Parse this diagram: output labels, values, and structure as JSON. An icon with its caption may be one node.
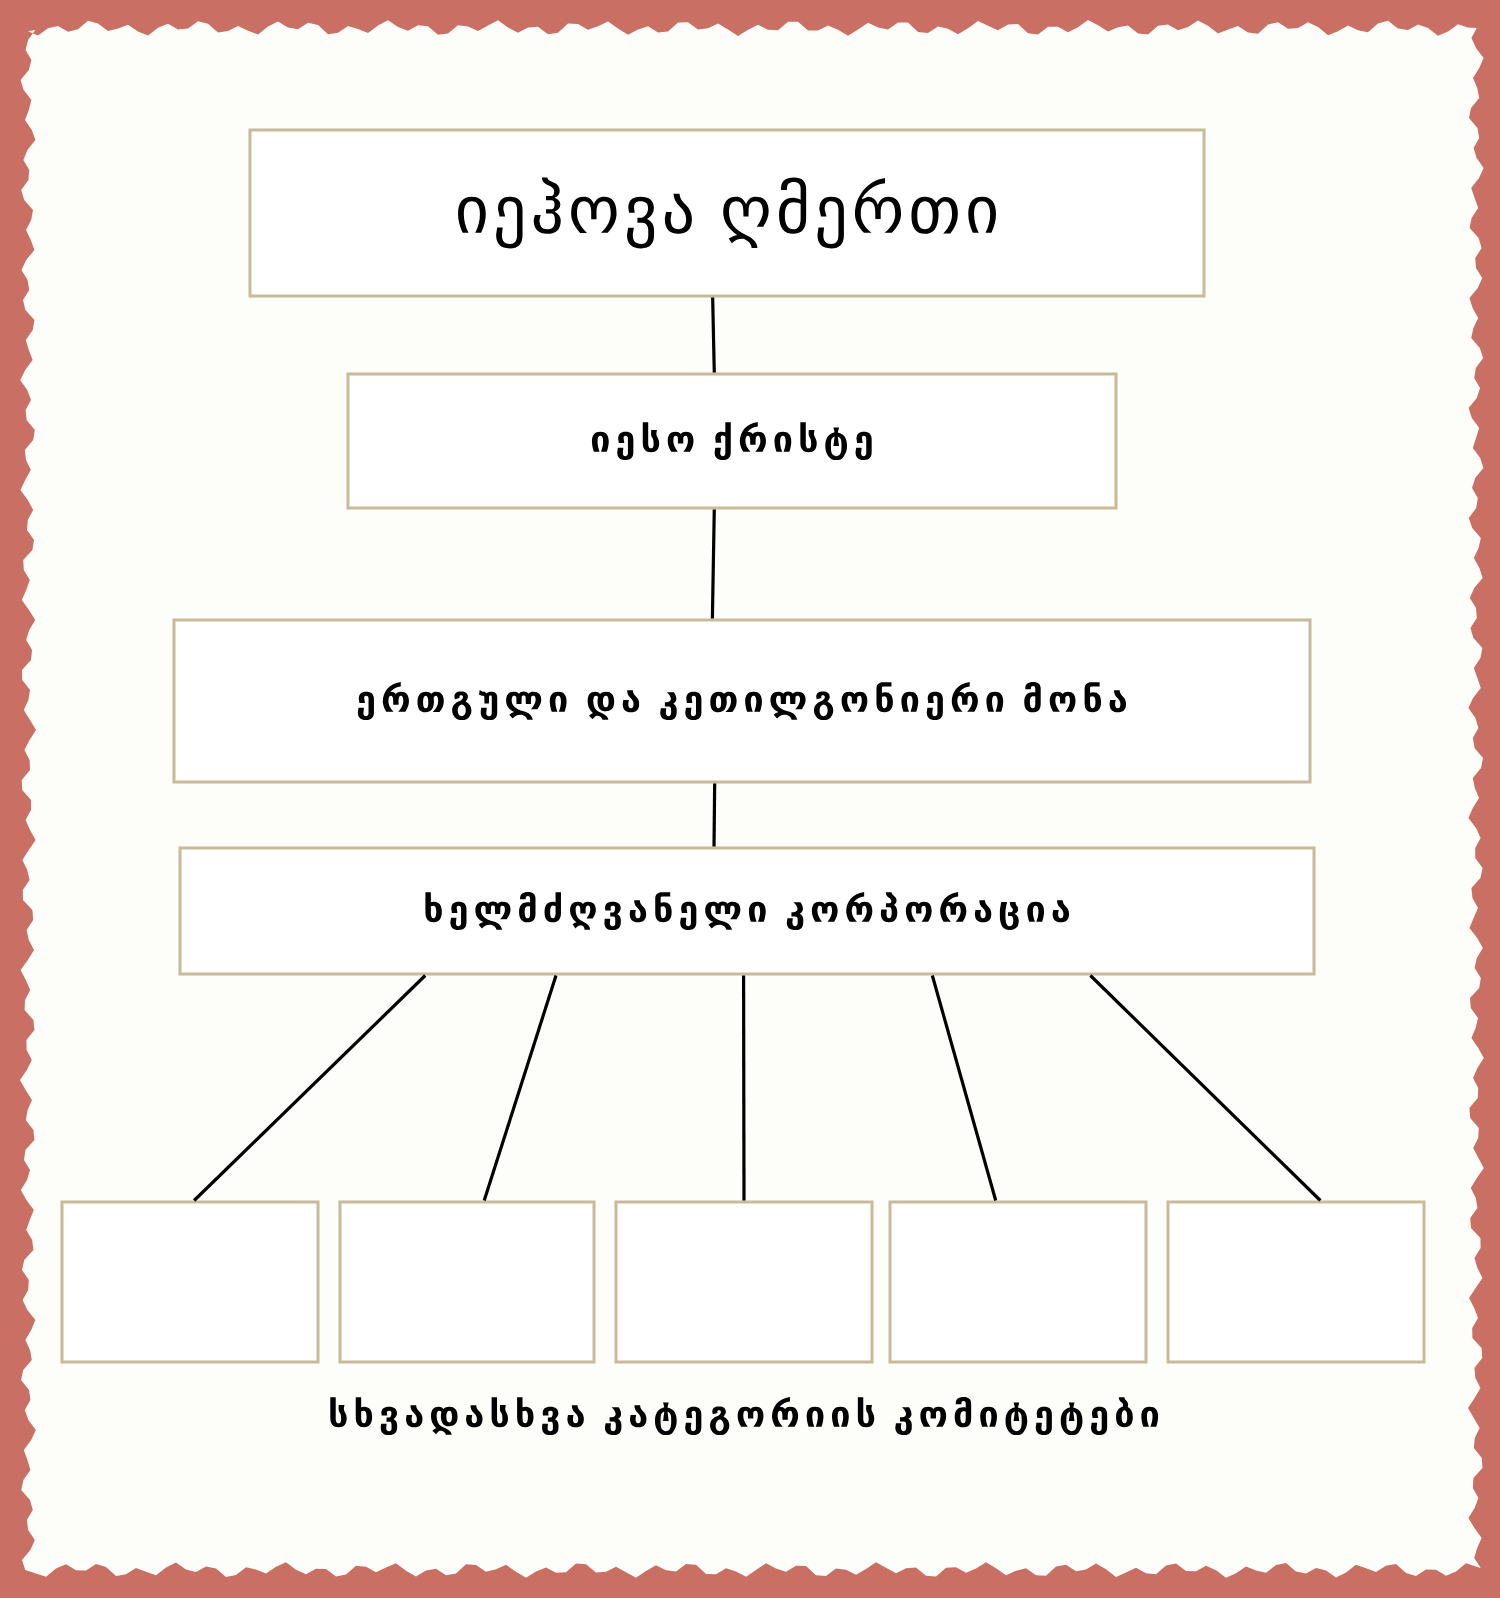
{
  "diagram": {
    "nodes": [
      {
        "text": [
          "იეჰოვა ღმერთი"
        ]
      },
      {
        "text": [
          "იესო ქრისტე"
        ]
      },
      {
        "text": [
          "ერთგული და კეთილგონიერი მონა"
        ]
      },
      {
        "text": [
          "ხელმძღვანელი კორპორაცია"
        ]
      },
      {
        "text": [],
        "shape": "box"
      },
      {
        "text": [],
        "shape": "box"
      },
      {
        "text": [],
        "shape": "box"
      },
      {
        "text": [],
        "shape": "box"
      },
      {
        "text": [],
        "shape": "box"
      }
    ],
    "edges": [
      {
        "from": 0,
        "to": 1,
        "arrow": "none"
      },
      {
        "from": 1,
        "to": 2,
        "arrow": "none"
      },
      {
        "from": 2,
        "to": 3,
        "arrow": "none"
      },
      {
        "from": 3,
        "to": 4,
        "arrow": "none"
      },
      {
        "from": 3,
        "to": 5,
        "arrow": "none"
      },
      {
        "from": 3,
        "to": 6,
        "arrow": "none"
      },
      {
        "from": 3,
        "to": 7,
        "arrow": "none"
      },
      {
        "from": 3,
        "to": 8,
        "arrow": "none"
      }
    ],
    "labels": [
      "სხვადასხვა კატეგორიის კომიტეტები"
    ]
  }
}
